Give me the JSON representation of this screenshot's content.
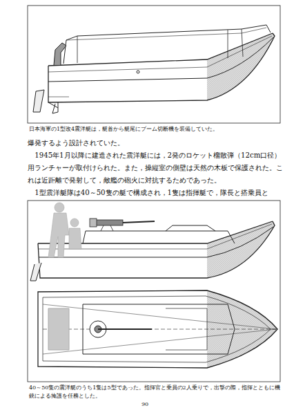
{
  "diagram": {
    "labels": [
      "日本海軍の1型改4震洋艇は，艇首から艇尾にブーム切断機を装備していた。",
      "爆発するよう設計されていた。",
      "1945年1月以降に建造された震洋艇には，2発のロケット榴散弾（12cm口径）用ランチャーが取付けられた。また，操縦室の側壁は天然の木板で保護された。これは近距離で発射して，敵艦の砲火に対抗するためであった。",
      "1型震洋艇隊は40～50隻の艇で構成され，1隻は指揮艇で，隊長と搭乗員と",
      "40～50隻の震洋艇のうち1隻は5型であった。指揮官と乗員の2人乗りで，出撃の際，指揮とともに機銃による掩護を任務とした。",
      "90"
    ]
  }
}
